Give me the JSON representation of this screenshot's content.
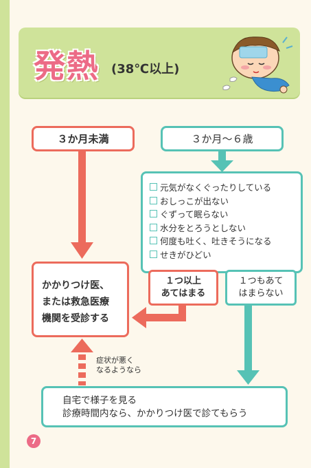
{
  "header": {
    "title": "発熱",
    "subtitle": "(38℃以上)"
  },
  "age_groups": {
    "under_3m": "３か月未満",
    "from_3m_to_6y": "３か月〜６歳"
  },
  "checklist": [
    "元気がなくぐったりしている",
    "おしっこが出ない",
    "ぐずって眠らない",
    "水分をとろうとしない",
    "何度も吐く、吐きそうになる",
    "せきがひどい"
  ],
  "results": {
    "one_or_more": [
      "１つ以上",
      "あてはまる"
    ],
    "none": [
      "１つもあて",
      "はまらない"
    ]
  },
  "clinic": [
    "かかりつけ医、",
    "または救急医療",
    "機関を受診する"
  ],
  "home": [
    "自宅で様子を見る",
    "診療時間内なら、かかりつけ医で診てもらう"
  ],
  "note": [
    "症状が悪く",
    "なるようなら"
  ],
  "page_number": "7",
  "colors": {
    "accent_red": "#ec6b5c",
    "accent_teal": "#56c2b5",
    "header_green": "#cfe39a",
    "title_pink": "#ec6b86"
  }
}
